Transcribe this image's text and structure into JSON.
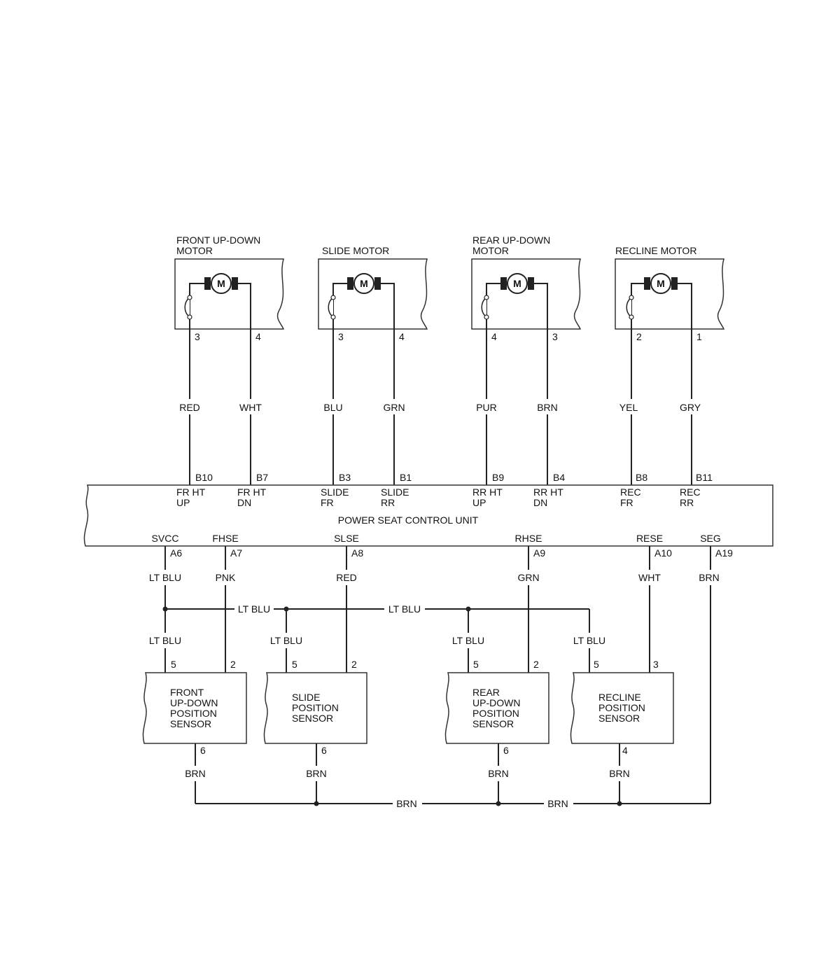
{
  "motors": [
    {
      "title1": "FRONT UP-DOWN",
      "title2": "MOTOR",
      "pin_a": "3",
      "pin_b": "4",
      "wire_a": "RED",
      "wire_b": "WHT",
      "conn_a": "B10",
      "conn_b": "B7"
    },
    {
      "title1": "",
      "title2": "SLIDE MOTOR",
      "pin_a": "3",
      "pin_b": "4",
      "wire_a": "BLU",
      "wire_b": "GRN",
      "conn_a": "B3",
      "conn_b": "B1"
    },
    {
      "title1": "REAR UP-DOWN",
      "title2": "MOTOR",
      "pin_a": "4",
      "pin_b": "3",
      "wire_a": "PUR",
      "wire_b": "BRN",
      "conn_a": "B9",
      "conn_b": "B4"
    },
    {
      "title1": "",
      "title2": "RECLINE MOTOR",
      "pin_a": "2",
      "pin_b": "1",
      "wire_a": "YEL",
      "wire_b": "GRY",
      "conn_a": "B8",
      "conn_b": "B11"
    }
  ],
  "motor_symbol": "M",
  "control_unit": {
    "name": "POWER SEAT CONTROL UNIT",
    "top_terminals": [
      {
        "line1": "FR HT",
        "line2": "UP"
      },
      {
        "line1": "FR HT",
        "line2": "DN"
      },
      {
        "line1": "SLIDE",
        "line2": "FR"
      },
      {
        "line1": "SLIDE",
        "line2": "RR"
      },
      {
        "line1": "RR HT",
        "line2": "UP"
      },
      {
        "line1": "RR HT",
        "line2": "DN"
      },
      {
        "line1": "REC",
        "line2": "FR"
      },
      {
        "line1": "REC",
        "line2": "RR"
      }
    ],
    "bottom_terminals": [
      {
        "name": "SVCC",
        "conn": "A6",
        "wire": "LT BLU"
      },
      {
        "name": "FHSE",
        "conn": "A7",
        "wire": "PNK"
      },
      {
        "name": "SLSE",
        "conn": "A8",
        "wire": "RED"
      },
      {
        "name": "RHSE",
        "conn": "A9",
        "wire": "GRN"
      },
      {
        "name": "RESE",
        "conn": "A10",
        "wire": "WHT"
      },
      {
        "name": "SEG",
        "conn": "A19",
        "wire": "BRN"
      }
    ]
  },
  "bus": {
    "label_1": "LT BLU",
    "label_2": "LT BLU",
    "drops": [
      "LT BLU",
      "LT BLU",
      "LT BLU",
      "LT BLU"
    ]
  },
  "sensors": [
    {
      "lines": [
        "FRONT",
        "UP-DOWN",
        "POSITION",
        "SENSOR"
      ],
      "pin_supply": "5",
      "pin_signal": "2",
      "pin_ground": "6",
      "ground_wire": "BRN"
    },
    {
      "lines": [
        "SLIDE",
        "POSITION",
        "SENSOR"
      ],
      "pin_supply": "5",
      "pin_signal": "2",
      "pin_ground": "6",
      "ground_wire": "BRN"
    },
    {
      "lines": [
        "REAR",
        "UP-DOWN",
        "POSITION",
        "SENSOR"
      ],
      "pin_supply": "5",
      "pin_signal": "2",
      "pin_ground": "6",
      "ground_wire": "BRN"
    },
    {
      "lines": [
        "RECLINE",
        "POSITION",
        "SENSOR"
      ],
      "pin_supply": "5",
      "pin_signal": "3",
      "pin_ground": "4",
      "ground_wire": "BRN"
    }
  ],
  "ground_bus": {
    "label_1": "BRN",
    "label_2": "BRN"
  }
}
